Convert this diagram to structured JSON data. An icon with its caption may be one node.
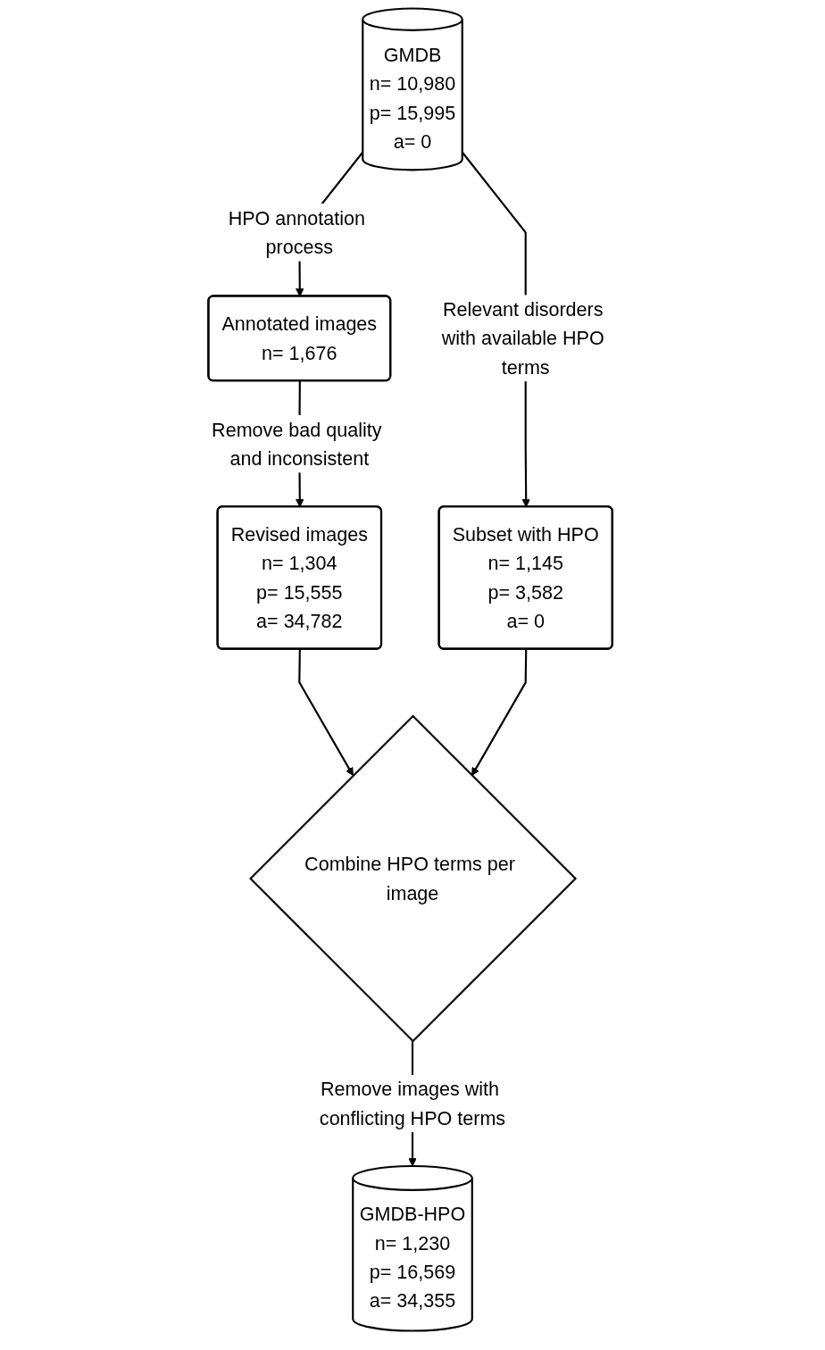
{
  "diagram": {
    "nodes": [
      {
        "text": [
          "GMDB",
          "n= 10,980",
          "p= 15,995",
          "a= 0"
        ]
      },
      {
        "text": [
          "Annotated images",
          "n= 1,676"
        ]
      },
      {
        "text": [
          "Revised images",
          "n= 1,304",
          "p= 15,555",
          "a= 34,782"
        ]
      },
      {
        "text": [
          "Subset with HPO",
          "n= 1,145",
          "p= 3,582",
          "a= 0"
        ]
      },
      {
        "text": [
          "Combine HPO terms per image"
        ]
      },
      {
        "text": [
          "GMDB-HPO",
          "n= 1,230",
          "p= 16,569",
          "a= 34,355"
        ]
      }
    ],
    "edges": [
      {
        "from": 0,
        "to": 1,
        "arrow": "to",
        "label": "HPO annotation process"
      },
      {
        "from": 0,
        "to": 3,
        "arrow": "to",
        "label": "Relevant disorders with available HPO terms"
      },
      {
        "from": 1,
        "to": 2,
        "arrow": "to",
        "label": "Remove bad quality and inconsistent"
      },
      {
        "from": 2,
        "to": 4,
        "arrow": "to"
      },
      {
        "from": 3,
        "to": 4,
        "arrow": "to"
      },
      {
        "from": 4,
        "to": 5,
        "arrow": "to",
        "label": "Remove images with conflicting HPO terms"
      }
    ]
  }
}
